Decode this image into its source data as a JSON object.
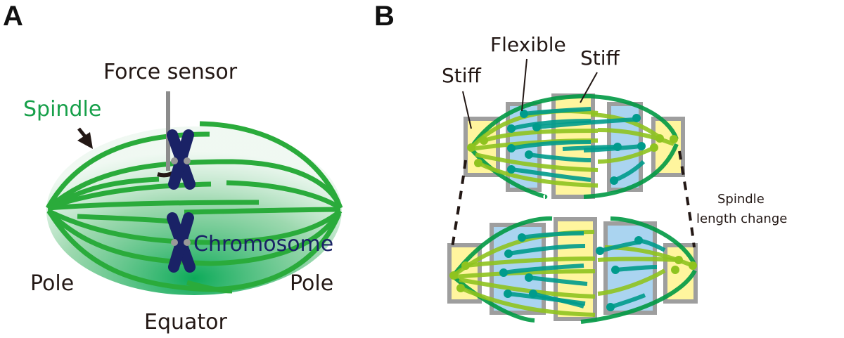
{
  "figure": {
    "panel_a": {
      "label": "A",
      "labels": {
        "force_sensor": "Force sensor",
        "spindle": "Spindle",
        "chromosome": "Chromosome",
        "pole_left": "Pole",
        "pole_right": "Pole",
        "equator": "Equator"
      },
      "colors": {
        "spindle": "#2aab3b",
        "spindle_text": "#17a04a",
        "chromosome": "#1a2266",
        "chromosome_text": "#1a2266",
        "sensor": "#8c8c8c",
        "text": "#231815"
      }
    },
    "panel_b": {
      "label": "B",
      "labels": {
        "stiff_left": "Stiff",
        "flexible": "Flexible",
        "stiff_center": "Stiff",
        "length_change_line1": "Spindle",
        "length_change_line2": "length change"
      },
      "region_order": [
        "Stiff (pole)",
        "Flexible",
        "Stiff (equator)",
        "Flexible",
        "Stiff (pole)"
      ],
      "colors": {
        "stiff_fill": "#fff599",
        "flexible_fill": "#a6d2f0",
        "box_border": "#999999",
        "mt_outer": "#009944",
        "mt_teal": "#009b8c",
        "mt_lime": "#8fc31f"
      }
    }
  }
}
